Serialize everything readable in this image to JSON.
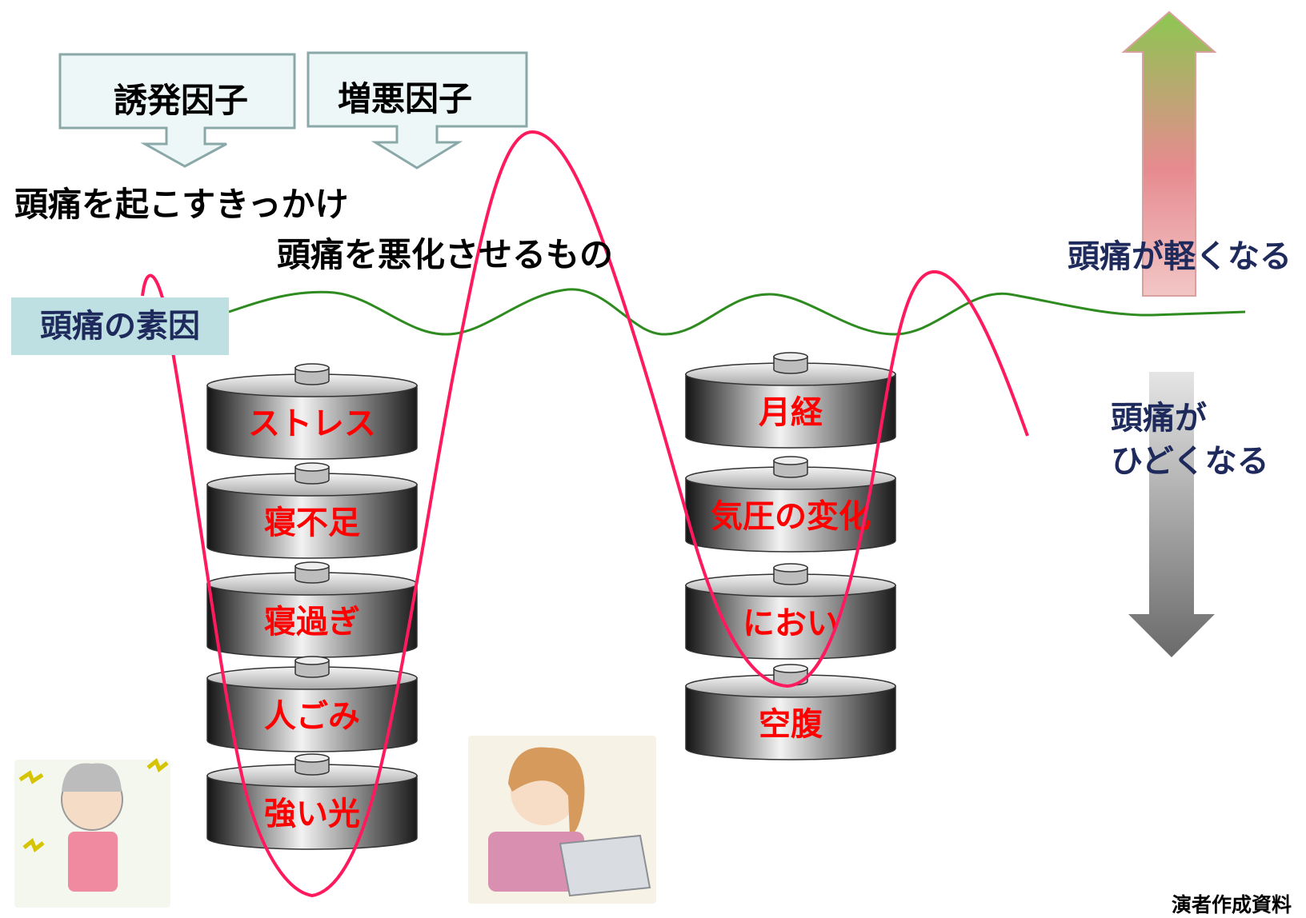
{
  "callouts": {
    "trigger_title": "誘発因子",
    "aggravate_title": "増悪因子"
  },
  "labels": {
    "trigger_desc": "頭痛を起こすきっかけ",
    "aggravate_desc": "頭痛を悪化させるもの",
    "predisposition": "頭痛の素因",
    "lighter": "頭痛が軽くなる",
    "worse_line1": "頭痛が",
    "worse_line2": "ひどくなる",
    "source": "演者作成資料"
  },
  "left_stack": [
    "ストレス",
    "寝不足",
    "寝過ぎ",
    "人ごみ",
    "強い光"
  ],
  "right_stack": [
    "月経",
    "気圧の変化",
    "におい",
    "空腹"
  ],
  "colors": {
    "curve_red": "#ff1a5e",
    "baseline_green": "#2e8b1f",
    "callout_fill": "#eef7f7",
    "callout_border": "#8aa8a8",
    "predisposition_bg": "#bfe0e3",
    "weight_text": "#ff0000",
    "label_navy": "#1f2a5c"
  }
}
